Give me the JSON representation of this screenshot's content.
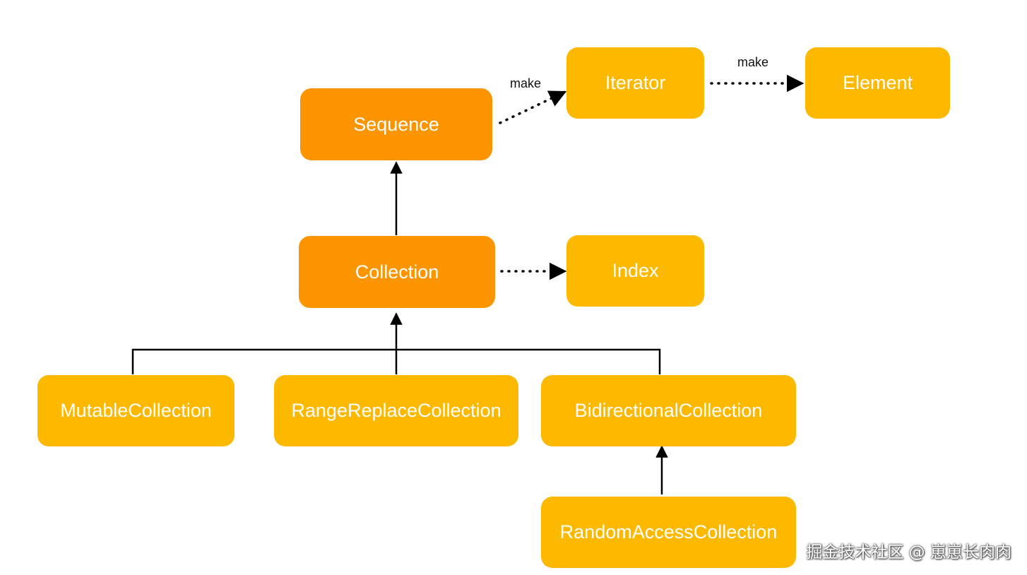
{
  "nodes": {
    "sequence": {
      "label": "Sequence",
      "color": "#fd9500"
    },
    "collection": {
      "label": "Collection",
      "color": "#fd9500"
    },
    "iterator": {
      "label": "Iterator",
      "color": "#fdb900"
    },
    "element": {
      "label": "Element",
      "color": "#fdb900"
    },
    "index": {
      "label": "Index",
      "color": "#fdb900"
    },
    "mutable_collection": {
      "label": "MutableCollection",
      "color": "#fdb900"
    },
    "range_replace_collection": {
      "label": "RangeReplaceCollection",
      "color": "#fdb900"
    },
    "bidirectional_collection": {
      "label": "BidirectionalCollection",
      "color": "#fdb900"
    },
    "random_access_collection": {
      "label": "RandomAccessCollection",
      "color": "#fdb900"
    }
  },
  "edges": {
    "sequence_to_iterator": {
      "label": "make",
      "style": "dotted"
    },
    "iterator_to_element": {
      "label": "make",
      "style": "dotted"
    },
    "collection_to_index": {
      "style": "dotted"
    },
    "collection_to_sequence": {
      "style": "solid"
    },
    "children_to_collection": {
      "style": "solid"
    },
    "random_access_to_bidirectional": {
      "style": "solid"
    }
  },
  "watermark": "掘金技术社区 @ 崽崽长肉肉"
}
